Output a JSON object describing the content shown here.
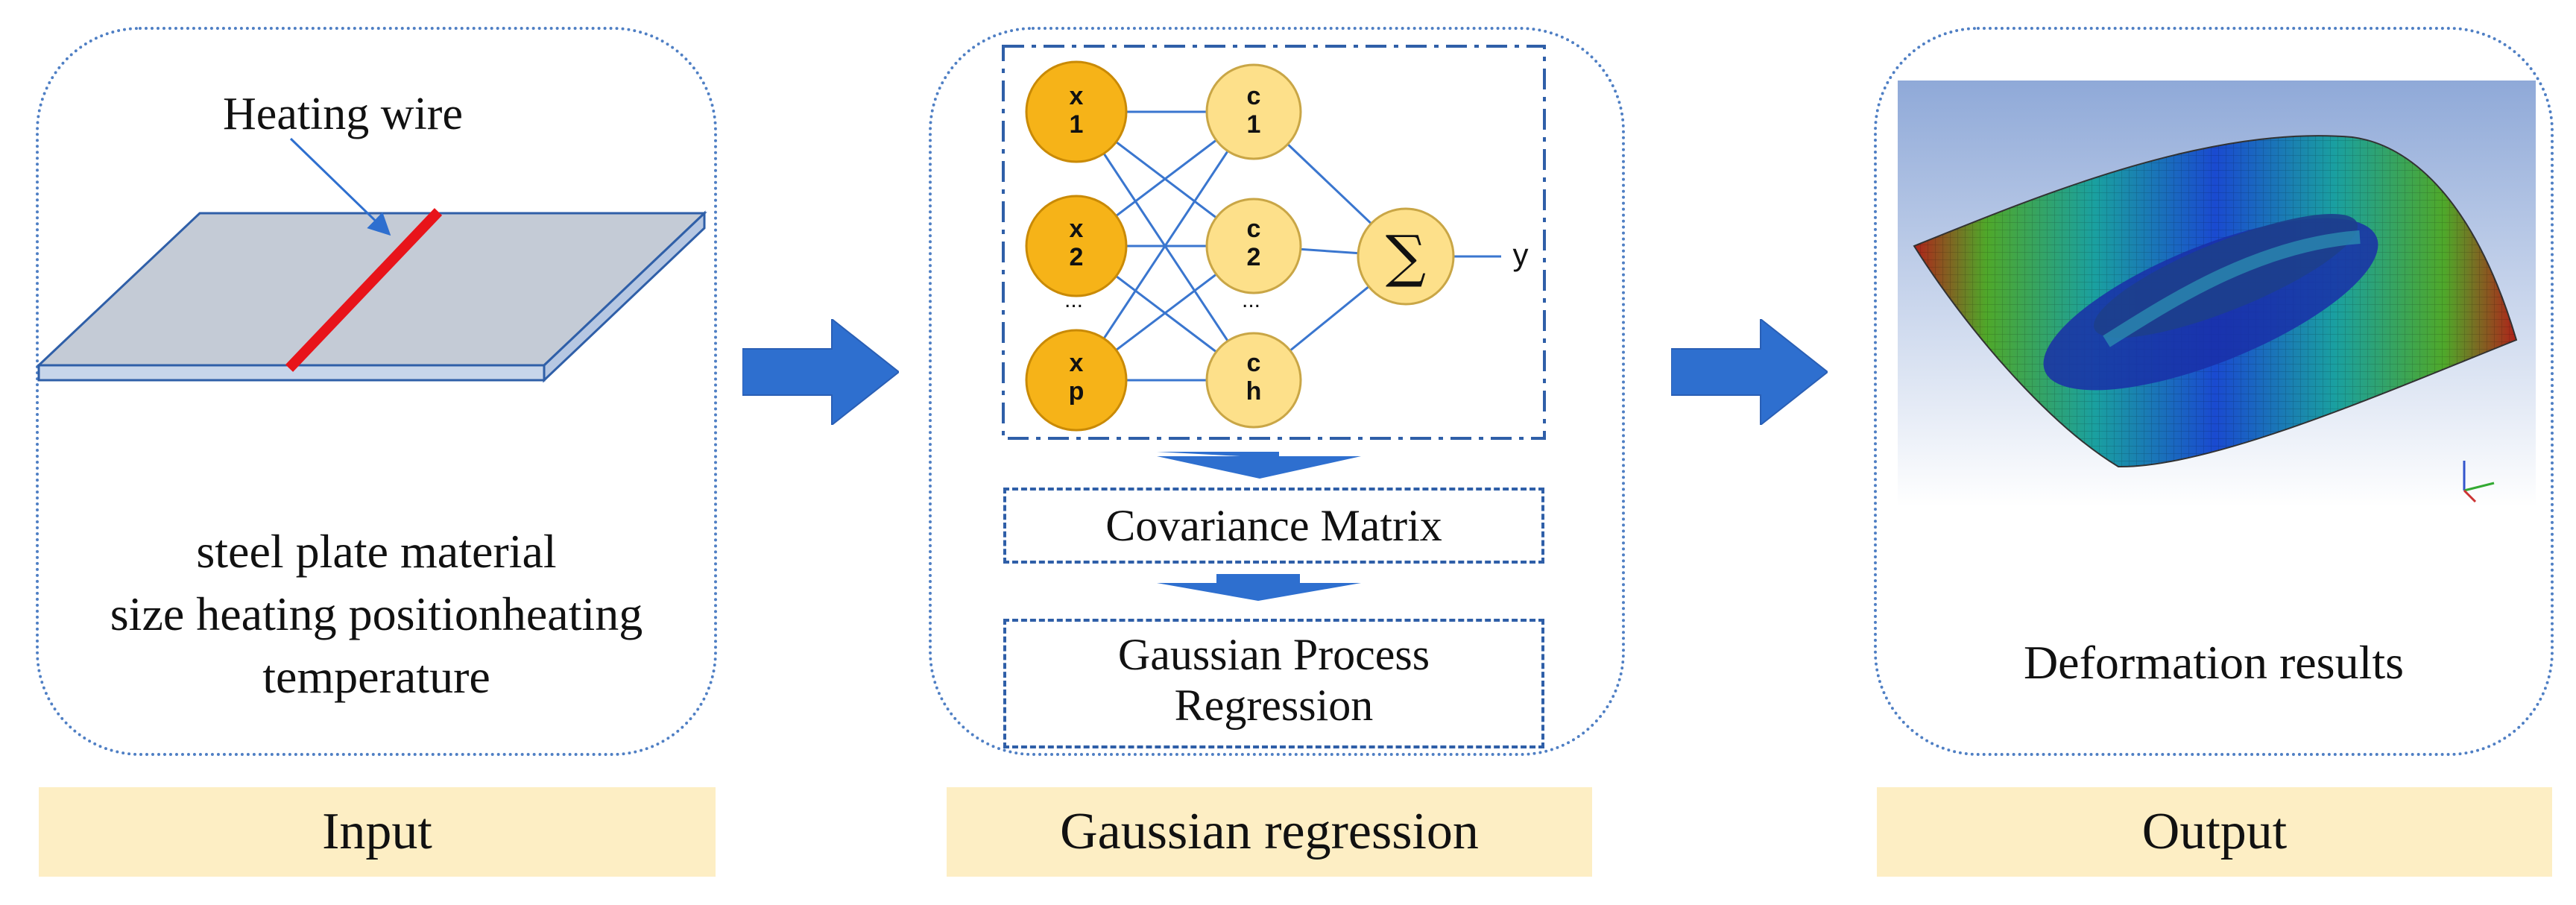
{
  "input": {
    "heating_label": "Heating wire",
    "lines": [
      "steel plate material",
      "size heating positionheating",
      "temperature"
    ],
    "caption": "Input"
  },
  "regression": {
    "nodes_x": [
      [
        "x",
        "1"
      ],
      [
        "x",
        "2"
      ],
      [
        "x",
        "p"
      ]
    ],
    "nodes_c": [
      [
        "c",
        "1"
      ],
      [
        "c",
        "2"
      ],
      [
        "c",
        "h"
      ]
    ],
    "ellipsis": "...",
    "sum_symbol": "∑",
    "output_label": "y",
    "covariance": "Covariance Matrix",
    "gpr_line1": "Gaussian Process",
    "gpr_line2": "Regression",
    "caption": "Gaussian regression"
  },
  "output": {
    "label": "Deformation results",
    "caption": "Output"
  },
  "colors": {
    "panel_border": "#4f7fc4",
    "caption_bg": "#fdeec4",
    "arrow": "#2e6fcf",
    "node_dark": "#f6b318",
    "node_light": "#fde08a",
    "heating_wire": "#e8141a",
    "plate": "#c4cbd6"
  }
}
